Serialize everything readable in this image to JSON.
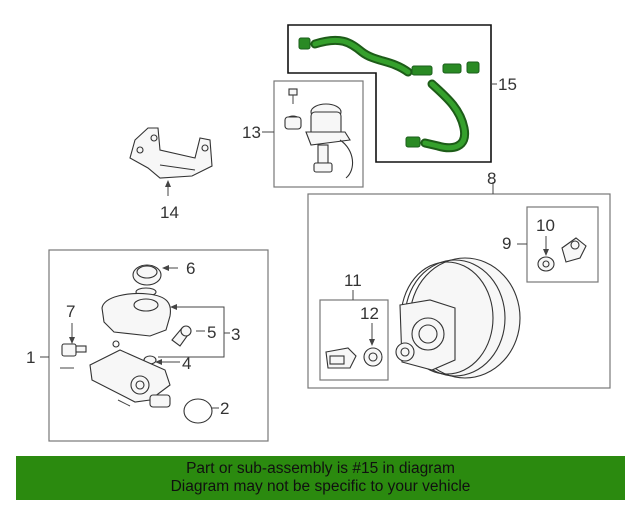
{
  "callouts": [
    "1",
    "2",
    "3",
    "4",
    "5",
    "6",
    "7",
    "8",
    "9",
    "10",
    "11",
    "12",
    "13",
    "14",
    "15"
  ],
  "banner": {
    "line1": "Part or sub-assembly is #15 in diagram",
    "line2": "Diagram may not be specific to your vehicle"
  },
  "colors": {
    "highlight_part": "#2a8a24",
    "banner_background": "#2b8a0f"
  }
}
